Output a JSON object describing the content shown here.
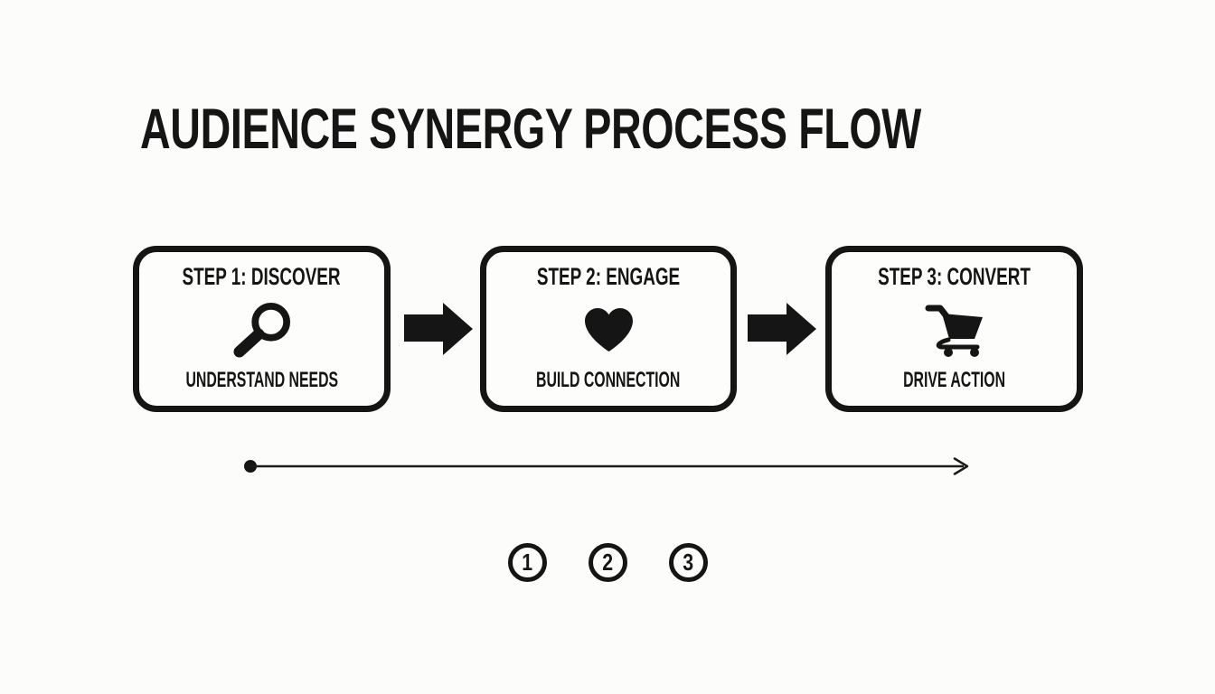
{
  "colors": {
    "background": "#fcfcfa",
    "ink": "#151515"
  },
  "title": "AUDIENCE SYNERGY PROCESS FLOW",
  "steps": [
    {
      "title": "STEP 1: DISCOVER",
      "icon": "magnifier-icon",
      "label": "UNDERSTAND NEEDS"
    },
    {
      "title": "STEP 2: ENGAGE",
      "icon": "heart-icon",
      "label": "BUILD CONNECTION"
    },
    {
      "title": "STEP 3: CONVERT",
      "icon": "cart-icon",
      "label": "DRIVE ACTION"
    }
  ],
  "step_markers": [
    "1",
    "2",
    "3"
  ]
}
